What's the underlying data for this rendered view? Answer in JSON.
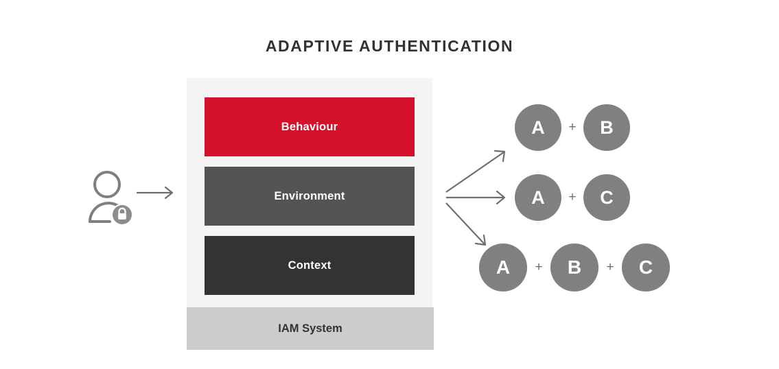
{
  "page": {
    "title": "ADAPTIVE AUTHENTICATION",
    "background_color": "#FFFFFF",
    "title_color": "#2E3338"
  },
  "actor": {
    "icon": "user-with-lock-icon",
    "icon_color": "#7F7F7F",
    "flow_arrow": "arrow-right-icon"
  },
  "stack": {
    "container_color": "#F5F5F5",
    "layers": [
      {
        "label": "Behaviour",
        "color": "#D4112A",
        "text_color": "#FFFFFF"
      },
      {
        "label": "Environment",
        "color": "#545454",
        "text_color": "#FFFFFF"
      },
      {
        "label": "Context",
        "color": "#333333",
        "text_color": "#FFFFFF"
      }
    ],
    "foundation": {
      "label": "IAM System",
      "color": "#CCCCCC",
      "text_color": "#333333"
    }
  },
  "outcomes": {
    "arrow_color": "#6E6E6E",
    "bubble_color": "#808080",
    "bubble_text_color": "#FFFFFF",
    "plus_symbol": "+",
    "rows": [
      {
        "arrow": "arrow-up-right-icon",
        "factors": [
          "A",
          "B"
        ]
      },
      {
        "arrow": "arrow-right-icon",
        "factors": [
          "A",
          "C"
        ]
      },
      {
        "arrow": "arrow-down-right-icon",
        "factors": [
          "A",
          "B",
          "C"
        ]
      }
    ]
  }
}
